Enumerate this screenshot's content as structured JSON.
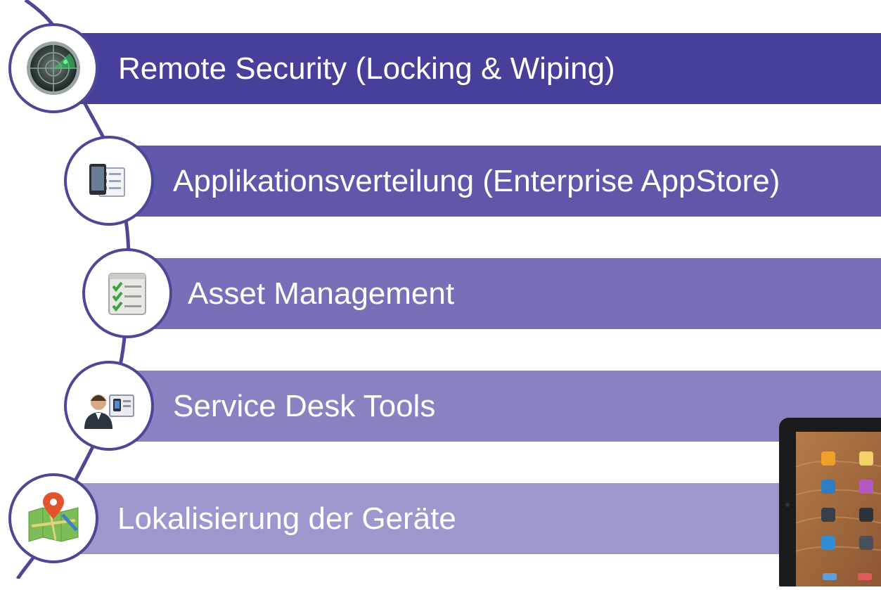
{
  "colors": {
    "bar_1": "#47409a",
    "bar_2": "#5e57aa",
    "bar_3": "#7770b8",
    "bar_4": "#8882c2",
    "bar_5": "#9c97cd",
    "ring": "#4e4797",
    "curve": "#4e4797"
  },
  "items": [
    {
      "label": "Remote Security (Locking & Wiping)",
      "icon": "radar-icon"
    },
    {
      "label": "Applikationsverteilung (Enterprise AppStore)",
      "icon": "tablet-checklist-icon"
    },
    {
      "label": "Asset Management",
      "icon": "checklist-icon"
    },
    {
      "label": "Service Desk Tools",
      "icon": "support-agent-icon"
    },
    {
      "label": "Lokalisierung der Geräte",
      "icon": "map-pin-icon"
    }
  ],
  "image": {
    "icon": "ipad-home-screen-icon"
  }
}
